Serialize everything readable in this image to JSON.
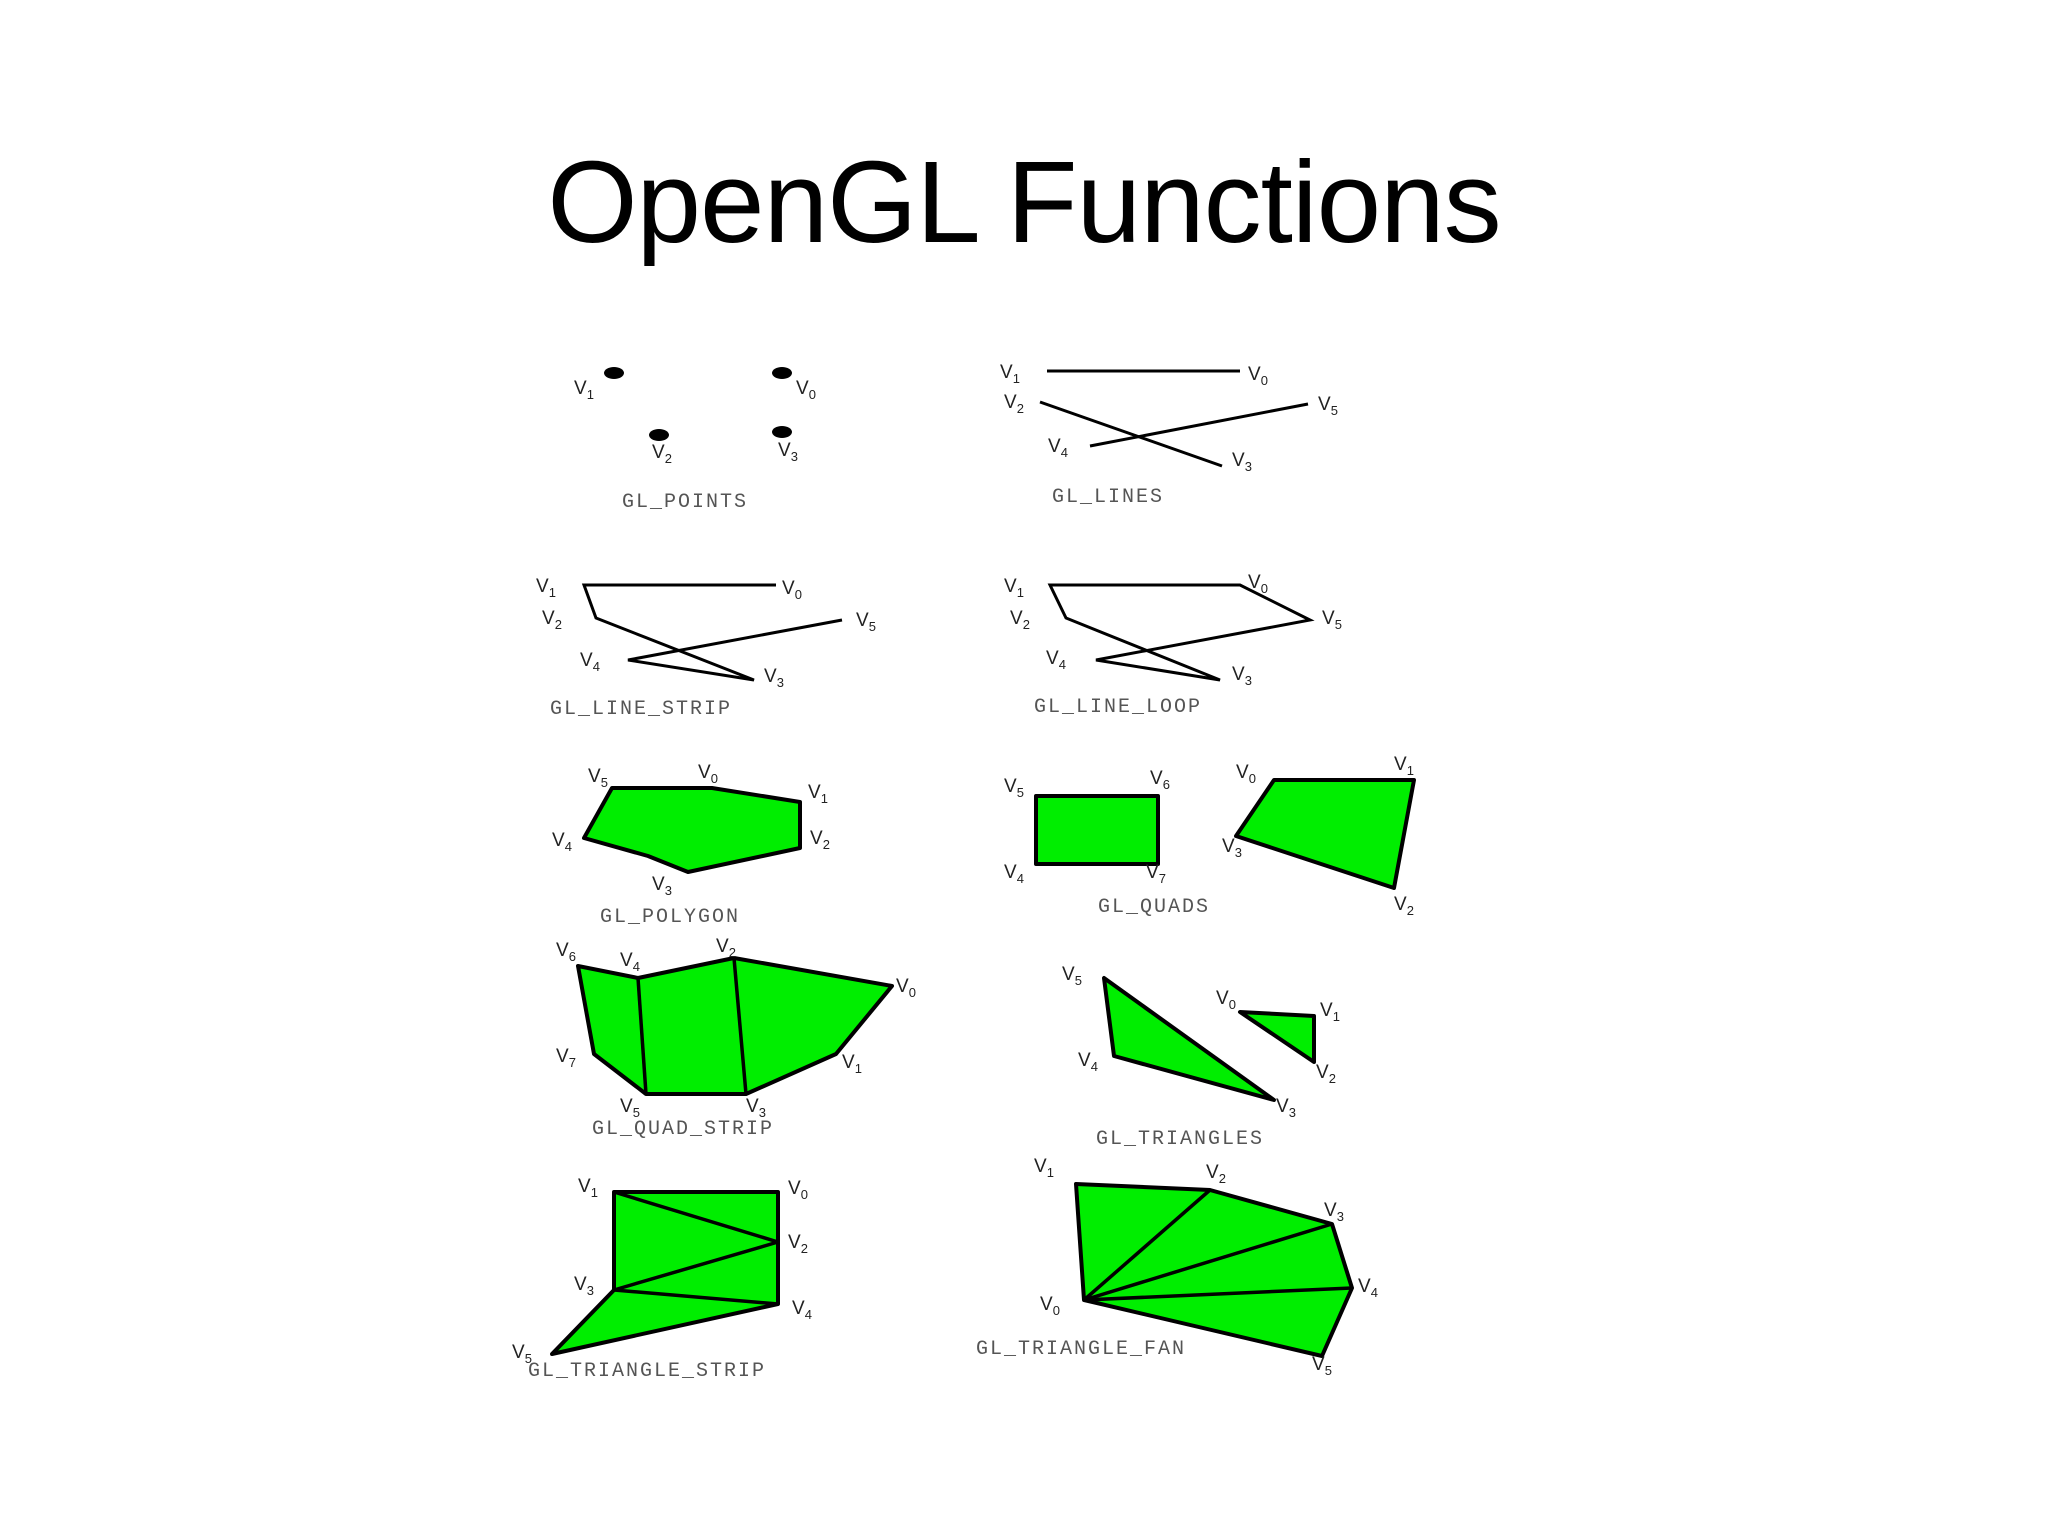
{
  "title": "OpenGL Functions",
  "diagrams": [
    {
      "caption": "GL_POINTS",
      "vertices": [
        {
          "base": "V",
          "sub": "0"
        },
        {
          "base": "V",
          "sub": "1"
        },
        {
          "base": "V",
          "sub": "2"
        },
        {
          "base": "V",
          "sub": "3"
        }
      ]
    },
    {
      "caption": "GL_LINES",
      "vertices": [
        {
          "base": "V",
          "sub": "0"
        },
        {
          "base": "V",
          "sub": "1"
        },
        {
          "base": "V",
          "sub": "2"
        },
        {
          "base": "V",
          "sub": "3"
        },
        {
          "base": "V",
          "sub": "4"
        },
        {
          "base": "V",
          "sub": "5"
        }
      ]
    },
    {
      "caption": "GL_LINE_STRIP",
      "vertices": [
        {
          "base": "V",
          "sub": "0"
        },
        {
          "base": "V",
          "sub": "1"
        },
        {
          "base": "V",
          "sub": "2"
        },
        {
          "base": "V",
          "sub": "3"
        },
        {
          "base": "V",
          "sub": "4"
        },
        {
          "base": "V",
          "sub": "5"
        }
      ]
    },
    {
      "caption": "GL_LINE_LOOP",
      "vertices": [
        {
          "base": "V",
          "sub": "0"
        },
        {
          "base": "V",
          "sub": "1"
        },
        {
          "base": "V",
          "sub": "2"
        },
        {
          "base": "V",
          "sub": "3"
        },
        {
          "base": "V",
          "sub": "4"
        },
        {
          "base": "V",
          "sub": "5"
        }
      ]
    },
    {
      "caption": "GL_POLYGON",
      "vertices": [
        {
          "base": "V",
          "sub": "0"
        },
        {
          "base": "V",
          "sub": "1"
        },
        {
          "base": "V",
          "sub": "2"
        },
        {
          "base": "V",
          "sub": "3"
        },
        {
          "base": "V",
          "sub": "4"
        },
        {
          "base": "V",
          "sub": "5"
        }
      ]
    },
    {
      "caption": "GL_QUADS",
      "vertices": [
        {
          "base": "V",
          "sub": "0"
        },
        {
          "base": "V",
          "sub": "1"
        },
        {
          "base": "V",
          "sub": "2"
        },
        {
          "base": "V",
          "sub": "3"
        },
        {
          "base": "V",
          "sub": "4"
        },
        {
          "base": "V",
          "sub": "5"
        },
        {
          "base": "V",
          "sub": "6"
        },
        {
          "base": "V",
          "sub": "7"
        }
      ]
    },
    {
      "caption": "GL_QUAD_STRIP",
      "vertices": [
        {
          "base": "V",
          "sub": "0"
        },
        {
          "base": "V",
          "sub": "1"
        },
        {
          "base": "V",
          "sub": "2"
        },
        {
          "base": "V",
          "sub": "3"
        },
        {
          "base": "V",
          "sub": "4"
        },
        {
          "base": "V",
          "sub": "5"
        },
        {
          "base": "V",
          "sub": "6"
        },
        {
          "base": "V",
          "sub": "7"
        }
      ]
    },
    {
      "caption": "GL_TRIANGLES",
      "vertices": [
        {
          "base": "V",
          "sub": "0"
        },
        {
          "base": "V",
          "sub": "1"
        },
        {
          "base": "V",
          "sub": "2"
        },
        {
          "base": "V",
          "sub": "3"
        },
        {
          "base": "V",
          "sub": "4"
        },
        {
          "base": "V",
          "sub": "5"
        }
      ]
    },
    {
      "caption": "GL_TRIANGLE_STRIP",
      "vertices": [
        {
          "base": "V",
          "sub": "0"
        },
        {
          "base": "V",
          "sub": "1"
        },
        {
          "base": "V",
          "sub": "2"
        },
        {
          "base": "V",
          "sub": "3"
        },
        {
          "base": "V",
          "sub": "4"
        },
        {
          "base": "V",
          "sub": "5"
        }
      ]
    },
    {
      "caption": "GL_TRIANGLE_FAN",
      "vertices": [
        {
          "base": "V",
          "sub": "0"
        },
        {
          "base": "V",
          "sub": "1"
        },
        {
          "base": "V",
          "sub": "2"
        },
        {
          "base": "V",
          "sub": "3"
        },
        {
          "base": "V",
          "sub": "4"
        },
        {
          "base": "V",
          "sub": "5"
        }
      ]
    }
  ],
  "colors": {
    "fill": "#00ee00",
    "stroke": "#000000",
    "caption": "#555555"
  }
}
